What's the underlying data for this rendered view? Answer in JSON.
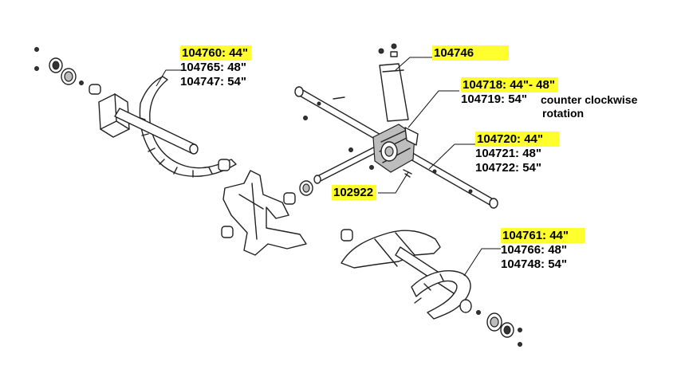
{
  "labels": {
    "tine_left": [
      "104760: 44\"",
      "104765: 48\"",
      "104747: 54\""
    ],
    "bracket": "104746",
    "gearbox": [
      "104718: 44\"- 48\"",
      "104719: 54\""
    ],
    "rotation_note": [
      "counter clockwise",
      "rotation"
    ],
    "shaft": [
      "104720: 44\"",
      "104721: 48\"",
      "104722: 54\""
    ],
    "pin": "102922",
    "tine_right": [
      "104761: 44\"",
      "104766: 48\"",
      "104748: 54\""
    ]
  },
  "colors": {
    "highlight": "#ffff2e",
    "line": "#222222"
  },
  "highlighted": [
    "104760",
    "104746",
    "104718",
    "104720",
    "102922",
    "104761"
  ]
}
